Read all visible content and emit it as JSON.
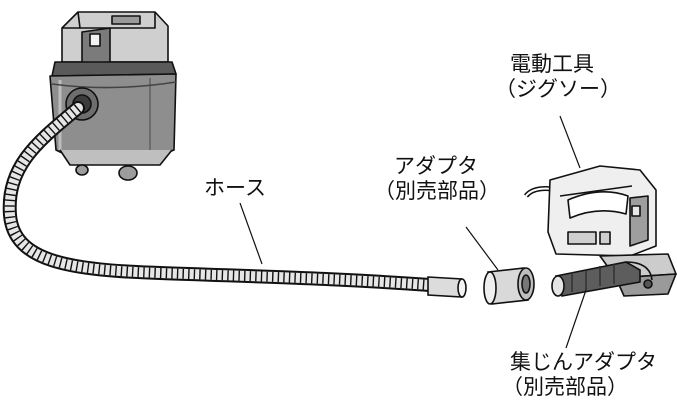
{
  "labels": {
    "power_tool": {
      "line1": "電動工具",
      "line2": "（ジグソー）"
    },
    "hose": "ホース",
    "adapter": {
      "line1": "アダプタ",
      "line2": "（別売部品）"
    },
    "dust_adapter": {
      "line1": "集じんアダプタ",
      "line2": "（別売部品）"
    }
  },
  "colors": {
    "line": "#111111",
    "body_gray": "#8c8c8c",
    "dark_gray": "#4a4a4a",
    "light_gray": "#d4d4d4"
  }
}
